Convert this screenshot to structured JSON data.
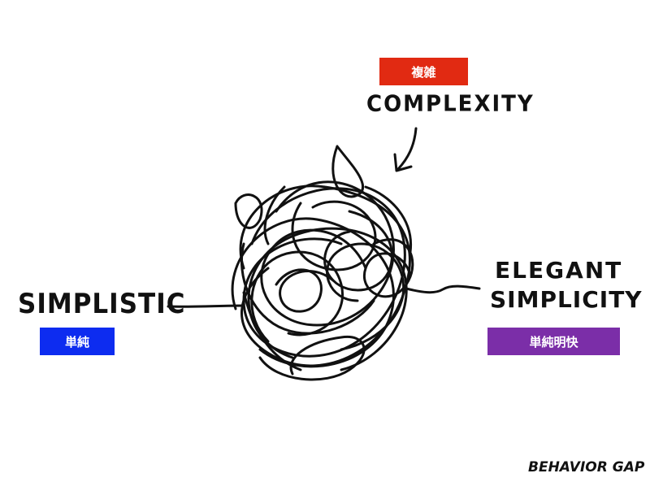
{
  "labels": {
    "complexity": "COMPLEXITY",
    "simplistic": "SIMPLISTIC",
    "elegant_line1": "ELEGANT",
    "elegant_line2": "SIMPLICITY",
    "brand": "BEHAVIOR GAP"
  },
  "badges": {
    "complexity": {
      "text": "複雑",
      "color": "#e12a12"
    },
    "simplistic": {
      "text": "単純",
      "color": "#0d2cf0"
    },
    "elegant": {
      "text": "単純明快",
      "color": "#7b2ea8"
    }
  }
}
